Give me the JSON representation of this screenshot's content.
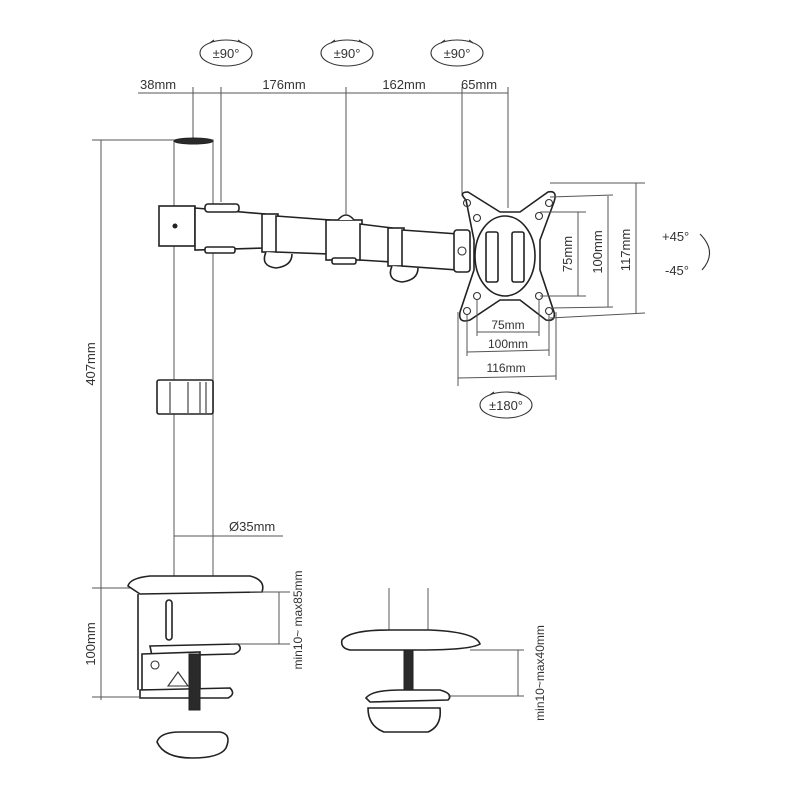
{
  "diagram": {
    "subject": "single monitor desk mount arm - dimension drawing",
    "colors": {
      "line": "#222222",
      "dimension_line": "#555555",
      "text": "#333333",
      "background": "#ffffff"
    },
    "rotation_badges": [
      {
        "id": "joint-1",
        "label": "±90°"
      },
      {
        "id": "joint-2",
        "label": "±90°"
      },
      {
        "id": "joint-3",
        "label": "±90°"
      },
      {
        "id": "vesa-rotation",
        "label": "±180°"
      }
    ],
    "horizontal_dimensions": [
      {
        "label": "38mm"
      },
      {
        "label": "176mm"
      },
      {
        "label": "162mm"
      },
      {
        "label": "65mm"
      }
    ],
    "vertical_dimensions": {
      "pole_height": "407mm",
      "clamp_height": "100mm"
    },
    "vesa": {
      "vertical": [
        "75mm",
        "100mm",
        "117mm"
      ],
      "horizontal": [
        "75mm",
        "100mm",
        "116mm"
      ],
      "tilt_up": "+45°",
      "tilt_down": "-45°"
    },
    "pole": {
      "diameter": "Ø35mm"
    },
    "clamp": {
      "c_clamp_range": "min10~ max85mm",
      "grommet_range": "min10~max40mm"
    }
  }
}
